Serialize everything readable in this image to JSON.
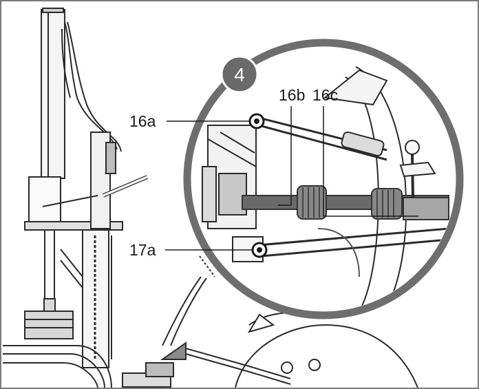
{
  "step_badge": "4",
  "callouts": {
    "top_link": "16a",
    "pto_left": "16b",
    "pto_right": "16c",
    "lower_link": "17a"
  },
  "colors": {
    "ring": "#6e6e6e",
    "badge": "#6a6a6a",
    "line": "#222222",
    "shaft": "#555555"
  }
}
